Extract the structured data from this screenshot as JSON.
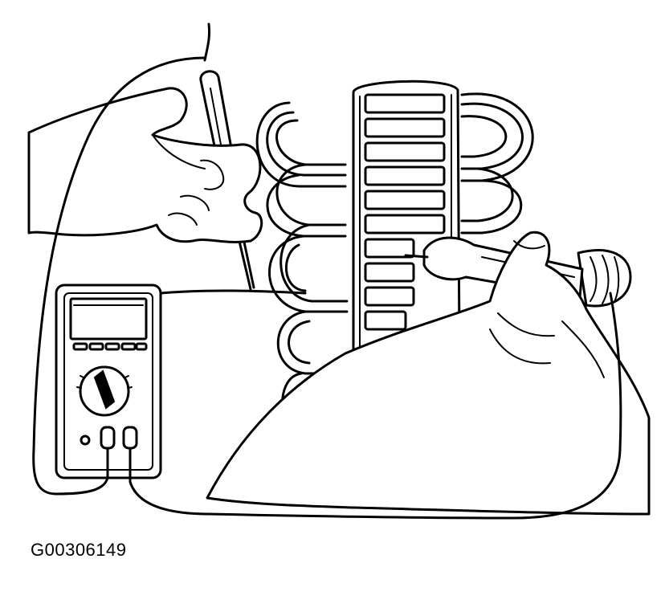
{
  "figure": {
    "id_label": "G00306149"
  },
  "colors": {
    "ink": "#000000",
    "paper": "#ffffff"
  },
  "illustration": {
    "items": [
      "alternator-stator-winding",
      "multimeter",
      "test-probe-left",
      "test-probe-right",
      "left-hand",
      "right-hand",
      "test-leads"
    ]
  }
}
